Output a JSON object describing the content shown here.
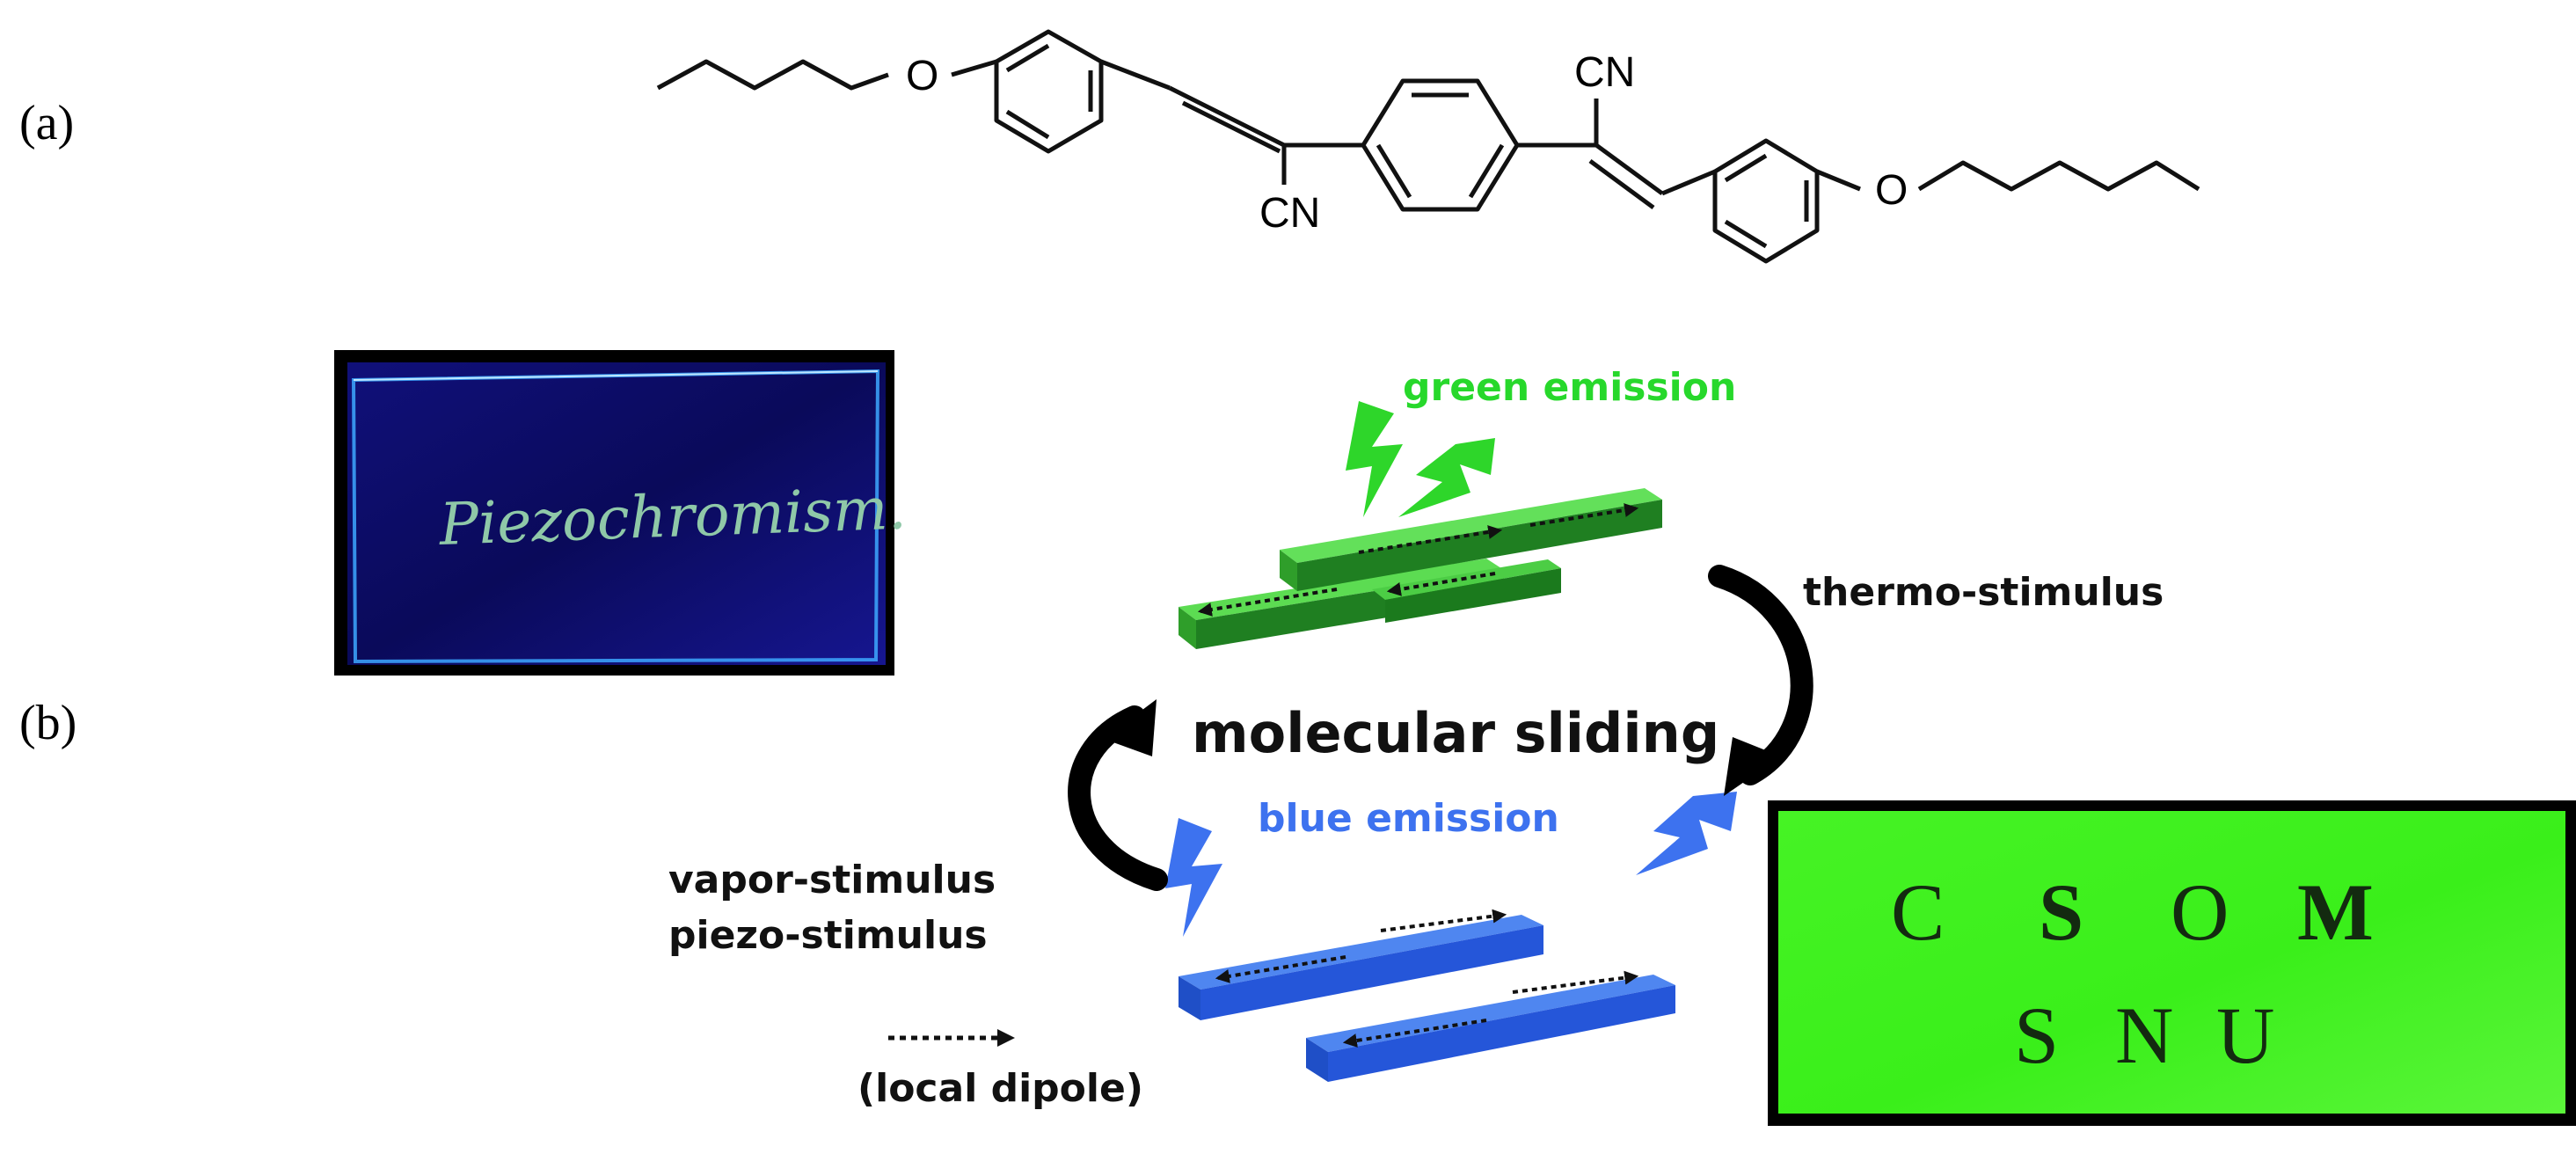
{
  "panels": {
    "a": "(a)",
    "b": "(b)"
  },
  "molecule": {
    "cn_top": "CN",
    "cn_bottom": "CN",
    "o_left": "O",
    "o_right": "O"
  },
  "diagram": {
    "green_emission": "green emission",
    "blue_emission": "blue emission",
    "thermo_stimulus": "thermo-stimulus",
    "molecular_sliding": "molecular sliding",
    "vapor_stimulus": "vapor-stimulus",
    "piezo_stimulus": "piezo-stimulus",
    "local_dipole": "(local dipole)"
  },
  "photo_left": {
    "writing": "Piezochromism."
  },
  "photo_right": {
    "line1": [
      "C",
      "S",
      "O",
      "M"
    ],
    "line2": [
      "S",
      "N",
      "U"
    ]
  },
  "colors": {
    "green": "#27d82b",
    "blue": "#3d72ef",
    "photo_left_bg": "#0b0a52",
    "photo_right_bg": "#39f219"
  }
}
